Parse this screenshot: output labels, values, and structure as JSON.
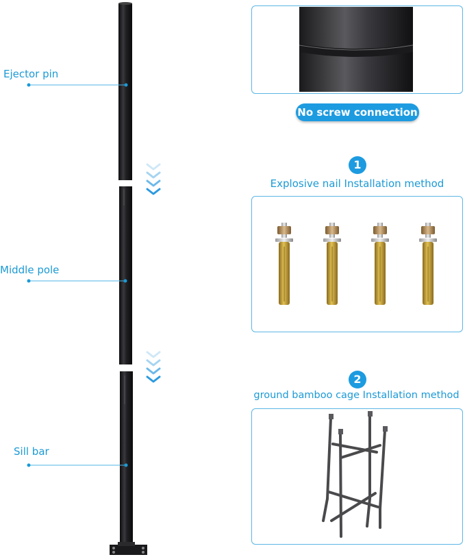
{
  "labels": {
    "ejector_pin": "Ejector pin",
    "middle_pole": "Middle pole",
    "sill_bar": "Sill bar"
  },
  "badge": {
    "no_screw": "No screw connection"
  },
  "methods": [
    {
      "number": "1",
      "title": "Explosive nail Installation method"
    },
    {
      "number": "2",
      "title": "ground bamboo cage Installation method"
    }
  ],
  "colors": {
    "accent": "#1d9be0",
    "pole": "#1e1e20",
    "frame": "#5bb6e4"
  }
}
